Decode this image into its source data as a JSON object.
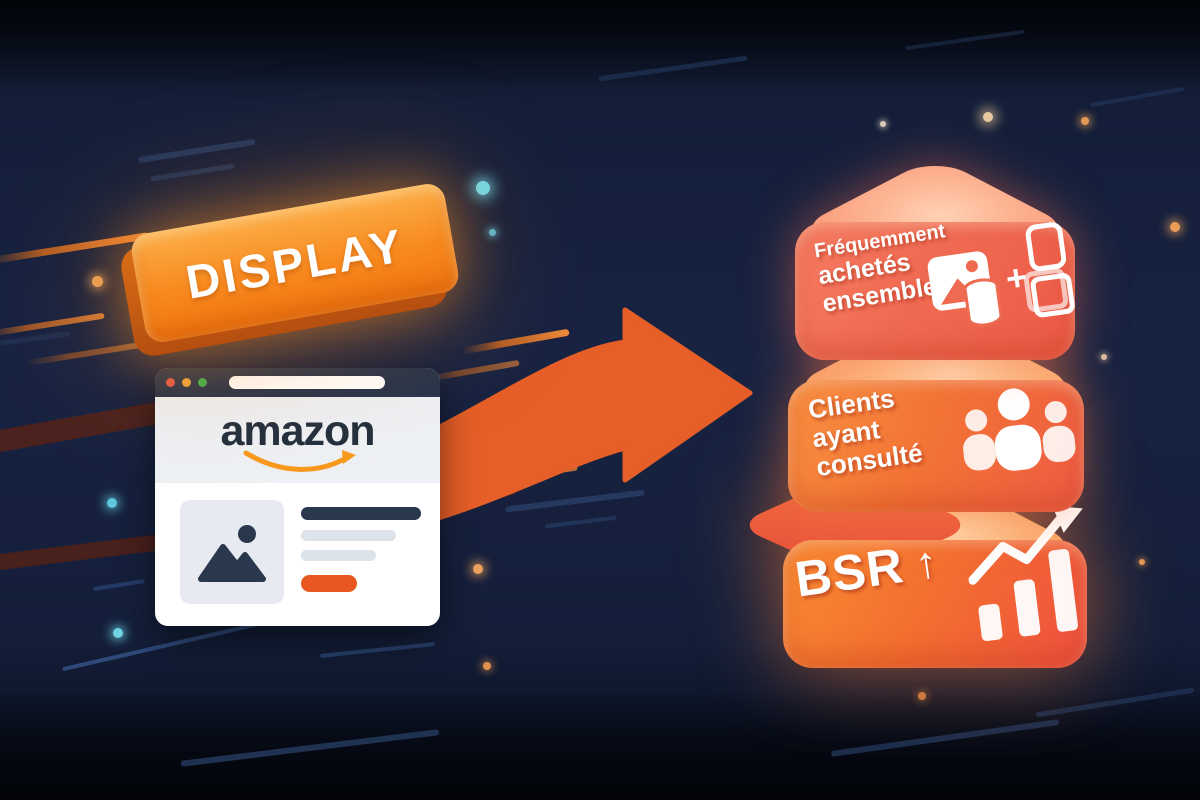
{
  "illustration": {
    "badge": {
      "label": "DISPLAY"
    },
    "browser": {
      "logo_text": "amazon"
    },
    "blocks": [
      {
        "id": "frequently-bought-together",
        "lines": [
          "Fréquemment",
          "achetés",
          "ensemble"
        ]
      },
      {
        "id": "customers-also-viewed",
        "lines": [
          "Clients",
          "ayant",
          "consulté"
        ]
      },
      {
        "id": "bsr-rank-up",
        "label": "BSR",
        "arrow_glyph": "↑"
      }
    ],
    "icons": {
      "bundle_plus_glyph": "+"
    },
    "colors": {
      "badge_orange": "#f3750f",
      "streak_orange": "#ef8a3a",
      "arrow_orange": "#e65e28",
      "block1_coral": "#f06a52",
      "block2_orange": "#f37435",
      "block3_orange": "#f4702f",
      "amazon_ink": "#232f3e",
      "amazon_smile": "#f8991d",
      "cta_pill": "#e8571f",
      "cyan_dot": "#6fdcec",
      "line_navy": "#273c62"
    }
  }
}
